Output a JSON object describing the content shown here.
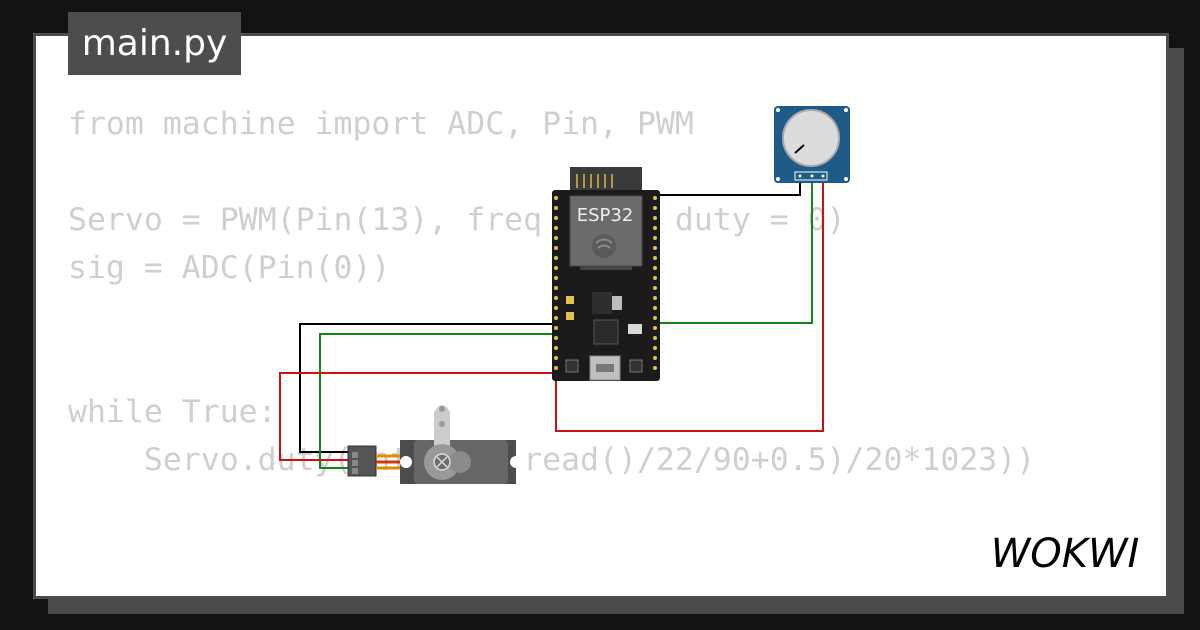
{
  "file_tab": {
    "label": "main.py"
  },
  "code_lines": [
    "from machine import ADC, Pin, PWM",
    "",
    "Servo = PWM(Pin(13), freq = 50, duty = 0)",
    "sig = ADC(Pin(0))",
    "",
    "",
    "while True:",
    "    Servo.duty(int((sig.read()/22/90+0.5)/20*1023))"
  ],
  "board": {
    "label": "ESP32"
  },
  "brand": {
    "name": "WOKWI"
  },
  "colors": {
    "background": "#131313",
    "card": "#ffffff",
    "tab": "#4d4d4d",
    "code_text": "#cfcfcf",
    "wire_ground": "#000000",
    "wire_signal": "#118811",
    "wire_power": "#cc1111",
    "pot_board": "#1e5b86"
  },
  "icons": {
    "potentiometer": "potentiometer-icon",
    "servo": "servo-motor-icon",
    "board": "esp32-board-icon"
  }
}
